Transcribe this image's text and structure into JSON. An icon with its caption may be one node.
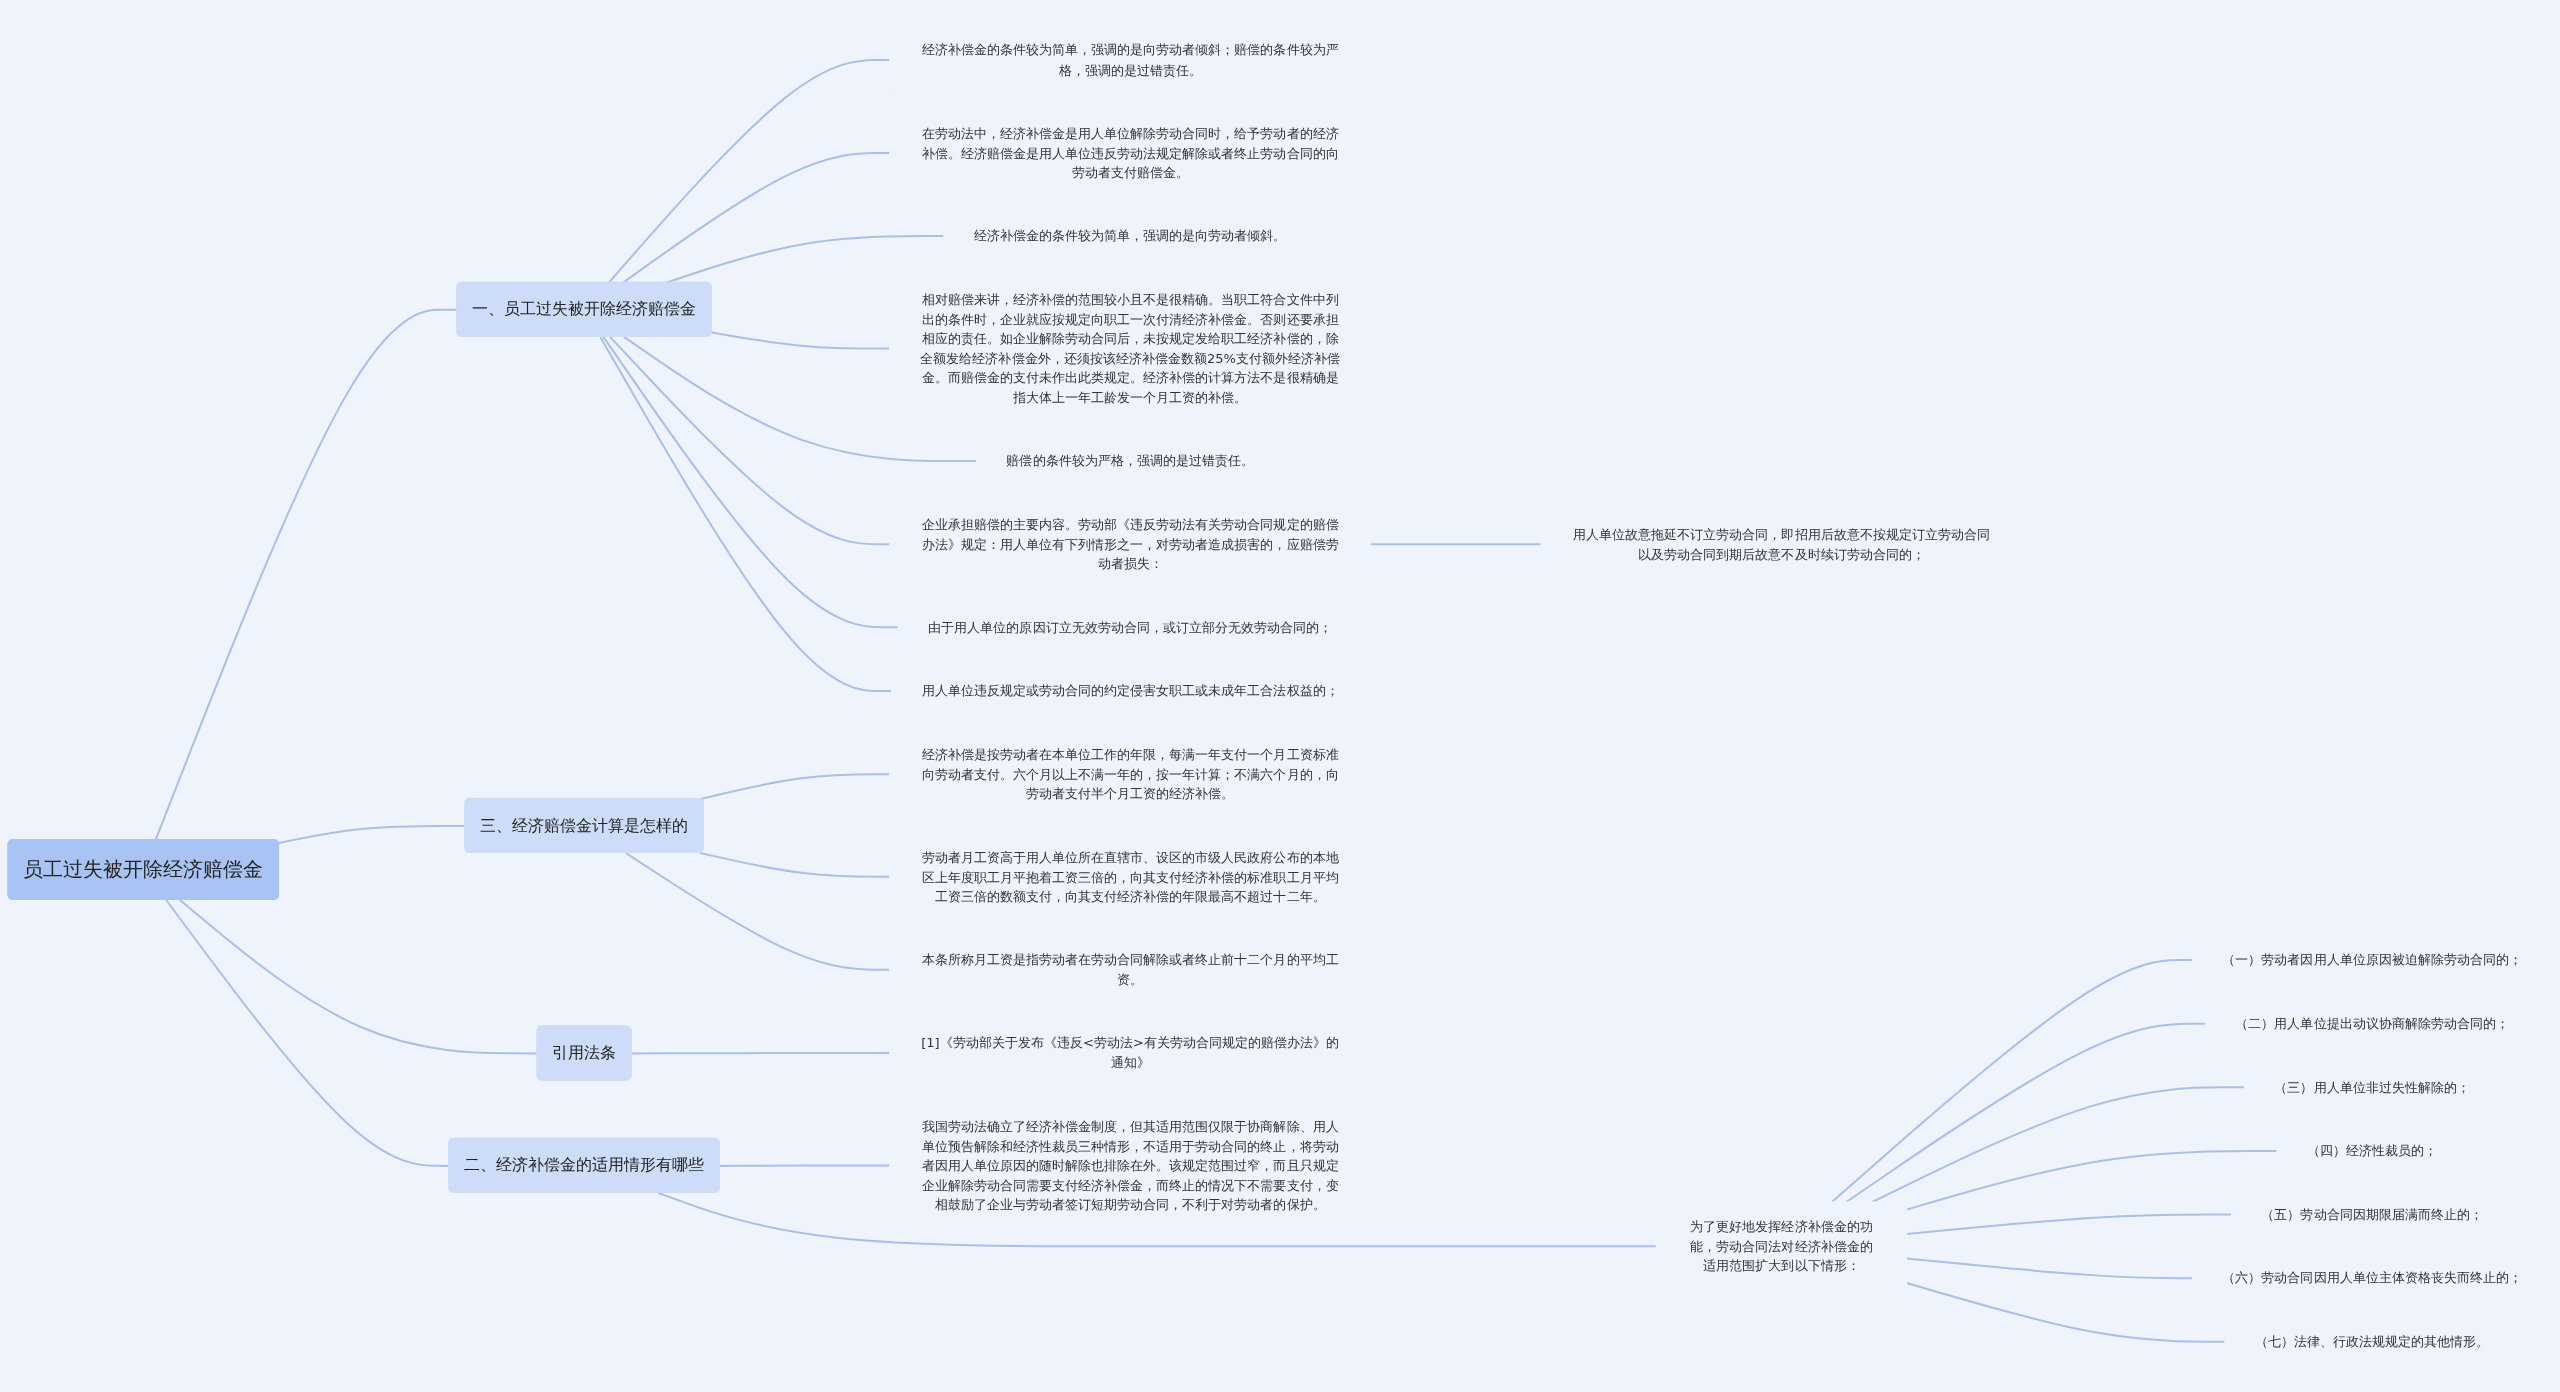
{
  "diagram": {
    "nodes": [
      {
        "text": [
          "员工过失被开除经济赔偿金"
        ]
      },
      {
        "text": [
          "一、员工过失被开除经济赔偿金"
        ]
      },
      {
        "text": [
          "经济补偿金的条件较为简单，强调的是向劳动者倾斜；赔偿的条件较为严格，强调的是过错责任。"
        ]
      },
      {
        "text": [
          "在劳动法中，经济补偿金是用人单位解除劳动合同时，给予劳动者的经济补偿。经济赔偿金是用人单位违反劳动法规定解除或者终止劳动合同的向劳动者支付赔偿金。"
        ]
      },
      {
        "text": [
          "经济补偿金的条件较为简单，强调的是向劳动者倾斜。"
        ]
      },
      {
        "text": [
          "相对赔偿来讲，经济补偿的范围较小且不是很精确。当职工符合文件中列出的条件时，企业就应按规定向职工一次付清经济补偿金。否则还要承担相应的责任。如企业解除劳动合同后，未按规定发给职工经济补偿的，除全额发给经济补偿金外，还须按该经济补偿金数额25%支付额外经济补偿金。而赔偿金的支付未作出此类规定。经济补偿的计算方法不是很精确是指大体上一年工龄发一个月工资的补偿。"
        ]
      },
      {
        "text": [
          "赔偿的条件较为严格，强调的是过错责任。"
        ]
      },
      {
        "text": [
          "企业承担赔偿的主要内容。劳动部《违反劳动法有关劳动合同规定的赔偿办法》规定：用人单位有下列情形之一，对劳动者造成损害的，应赔偿劳动者损失："
        ]
      },
      {
        "text": [
          "由于用人单位的原因订立无效劳动合同，或订立部分无效劳动合同的；"
        ]
      },
      {
        "text": [
          "用人单位违反规定或劳动合同的约定侵害女职工或未成年工合法权益的；"
        ]
      },
      {
        "text": [
          "用人单位故意拖延不订立劳动合同，即招用后故意不按规定订立劳动合同以及劳动合同到期后故意不及时续订劳动合同的；"
        ]
      },
      {
        "text": [
          "三、经济赔偿金计算是怎样的"
        ]
      },
      {
        "text": [
          "经济补偿是按劳动者在本单位工作的年限，每满一年支付一个月工资标准向劳动者支付。六个月以上不满一年的，按一年计算；不满六个月的，向劳动者支付半个月工资的经济补偿。"
        ]
      },
      {
        "text": [
          "劳动者月工资高于用人单位所在直辖市、设区的市级人民政府公布的本地区上年度职工月平抱着工资三倍的，向其支付经济补偿的标准职工月平均工资三倍的数额支付，向其支付经济补偿的年限最高不超过十二年。"
        ]
      },
      {
        "text": [
          "本条所称月工资是指劳动者在劳动合同解除或者终止前十二个月的平均工资。"
        ]
      },
      {
        "text": [
          "二、经济补偿金的适用情形有哪些"
        ]
      },
      {
        "text": [
          "我国劳动法确立了经济补偿金制度，但其适用范围仅限于协商解除、用人单位预告解除和经济性裁员三种情形，不适用于劳动合同的终止，将劳动者因用人单位原因的随时解除也排除在外。该规定范围过窄，而且只规定企业解除劳动合同需要支付经济补偿金，而终止的情况下不需要支付，变相鼓励了企业与劳动者签订短期劳动合同，不利于对劳动者的保护。"
        ]
      },
      {
        "text": [
          "为了更好地发挥经济补偿金的功能，劳动合同法对经济补偿金的适用范围扩大到以下情形："
        ]
      },
      {
        "text": [
          "（一）劳动者因用人单位原因被迫解除劳动合同的；"
        ]
      },
      {
        "text": [
          "（二）用人单位提出动议协商解除劳动合同的；"
        ]
      },
      {
        "text": [
          "（三）用人单位非过失性解除的；"
        ]
      },
      {
        "text": [
          "（四）经济性裁员的；"
        ]
      },
      {
        "text": [
          "（五）劳动合同因期限届满而终止的；"
        ]
      },
      {
        "text": [
          "（六）劳动合同因用人单位主体资格丧失而终止的；"
        ]
      },
      {
        "text": [
          "（七）法律、行政法规规定的其他情形。"
        ]
      },
      {
        "text": [
          "引用法条"
        ]
      },
      {
        "text": [
          "[1]《劳动部关于发布《违反<劳动法>有关劳动合同规定的赔偿办法》的通知》"
        ]
      }
    ],
    "edges": [
      {
        "from": 0,
        "to": 1,
        "arrow": "none"
      },
      {
        "from": 1,
        "to": 2,
        "arrow": "none"
      },
      {
        "from": 1,
        "to": 3,
        "arrow": "none"
      },
      {
        "from": 1,
        "to": 4,
        "arrow": "none"
      },
      {
        "from": 1,
        "to": 5,
        "arrow": "none"
      },
      {
        "from": 1,
        "to": 6,
        "arrow": "none"
      },
      {
        "from": 1,
        "to": 7,
        "arrow": "none"
      },
      {
        "from": 1,
        "to": 8,
        "arrow": "none"
      },
      {
        "from": 1,
        "to": 9,
        "arrow": "none"
      },
      {
        "from": 7,
        "to": 10,
        "arrow": "none"
      },
      {
        "from": 0,
        "to": 11,
        "arrow": "none"
      },
      {
        "from": 11,
        "to": 12,
        "arrow": "none"
      },
      {
        "from": 11,
        "to": 13,
        "arrow": "none"
      },
      {
        "from": 11,
        "to": 14,
        "arrow": "none"
      },
      {
        "from": 0,
        "to": 15,
        "arrow": "none"
      },
      {
        "from": 15,
        "to": 16,
        "arrow": "none"
      },
      {
        "from": 15,
        "to": 17,
        "arrow": "none"
      },
      {
        "from": 17,
        "to": 18,
        "arrow": "none"
      },
      {
        "from": 17,
        "to": 19,
        "arrow": "none"
      },
      {
        "from": 17,
        "to": 20,
        "arrow": "none"
      },
      {
        "from": 17,
        "to": 21,
        "arrow": "none"
      },
      {
        "from": 17,
        "to": 22,
        "arrow": "none"
      },
      {
        "from": 17,
        "to": 23,
        "arrow": "none"
      },
      {
        "from": 17,
        "to": 24,
        "arrow": "none"
      },
      {
        "from": 0,
        "to": 25,
        "arrow": "none"
      },
      {
        "from": 25,
        "to": 26,
        "arrow": "none"
      }
    ]
  }
}
